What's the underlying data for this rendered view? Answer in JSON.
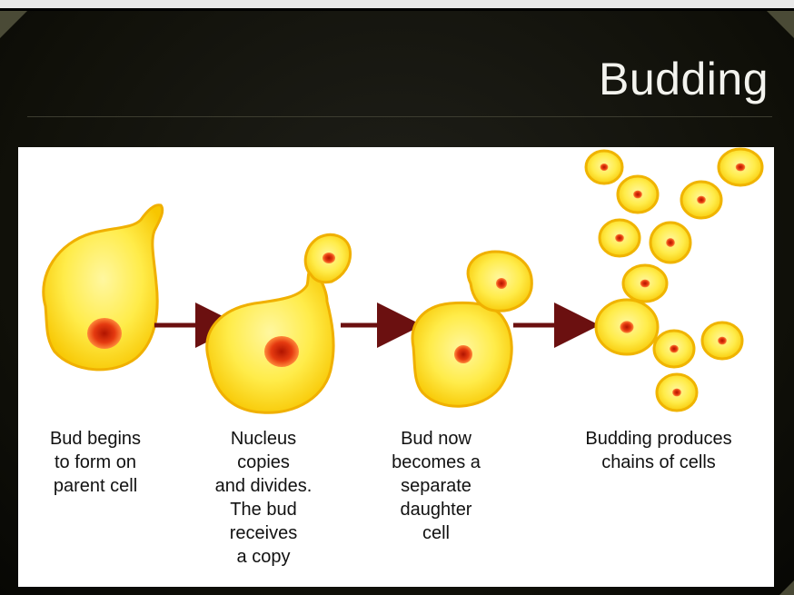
{
  "slide": {
    "title": "Budding"
  },
  "captions": [
    {
      "lines": [
        "Bud begins",
        "to form on",
        "parent cell"
      ]
    },
    {
      "lines": [
        "Nucleus",
        "copies",
        "and divides.",
        "The bud",
        "receives",
        "a copy"
      ]
    },
    {
      "lines": [
        "Bud now",
        "becomes a",
        "separate",
        "daughter",
        "cell"
      ]
    },
    {
      "lines": [
        "Budding produces",
        "chains of cells"
      ]
    }
  ],
  "colors": {
    "cell_fill": "#ffe74a",
    "cell_outline": "#f0b400",
    "nucleus": "#e03a10",
    "arrow": "#6b1010"
  }
}
